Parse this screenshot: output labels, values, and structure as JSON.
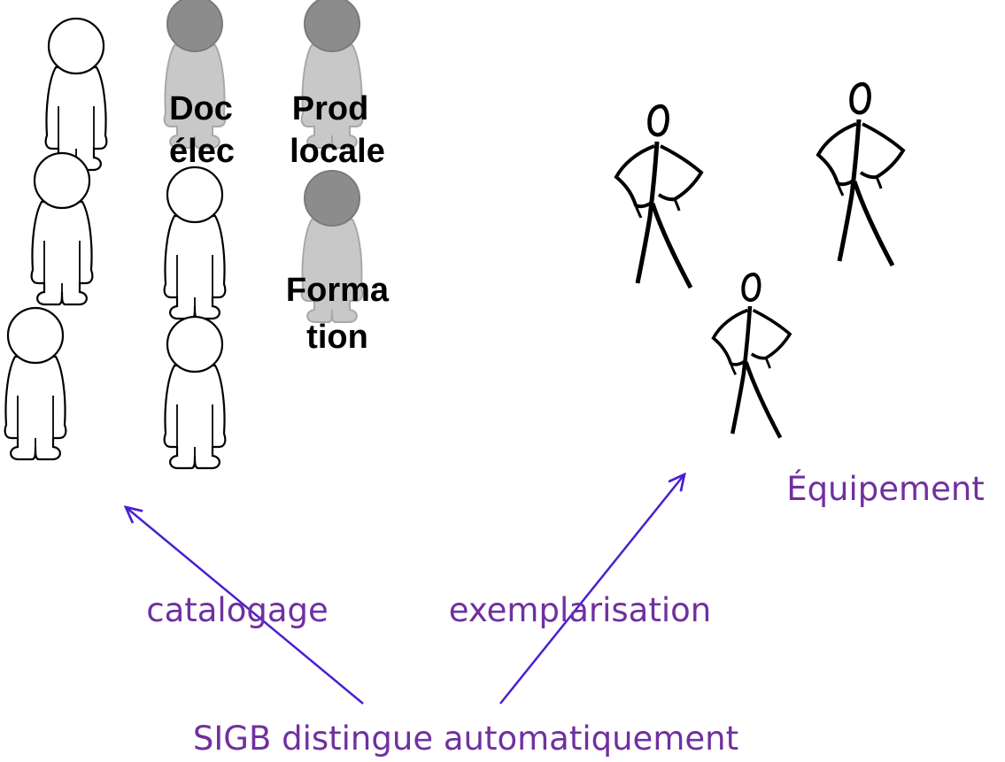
{
  "colors": {
    "accent": "#7030a0",
    "arrow": "#4a1fd1",
    "outline": "#000000",
    "gray_figure": "#8c8c8c",
    "gray_body": "#c8c8c8"
  },
  "figures": {
    "doc_elec": [
      "Doc",
      "élec"
    ],
    "prod_locale": [
      "Prod",
      "locale"
    ],
    "formation": [
      "Forma",
      "tion"
    ]
  },
  "labels": {
    "equipement": "Équipement",
    "catalogage": "catalogage",
    "exemplarisation": "exemplarisation",
    "sigb": "SIGB distingue automatiquement"
  },
  "icons": {
    "plain_figure": "person-outline-icon",
    "gray_figure": "person-gray-icon",
    "stick_figure": "stick-figure-icon",
    "arrow": "arrow-icon"
  }
}
